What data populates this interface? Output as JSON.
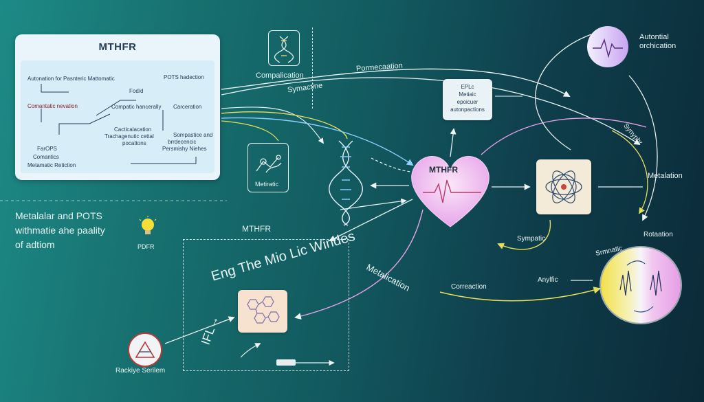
{
  "panel": {
    "title": "MTHFR",
    "items": [
      "Autonation for Pasnteric Mattomatic",
      "POTS hadection",
      "Fod/d",
      "Comantatic nevation",
      "Compatic hancerally",
      "Carceration",
      "Cacticalacation",
      "Trachagenutic cettal",
      "pocattons",
      "Sompastice and",
      "brrdecencic",
      "Persmishy Niehes",
      "FarOPS",
      "Comantics",
      "Metamatic Retiction"
    ]
  },
  "top_icons": {
    "dna_label": "Compalication",
    "arrow_label_1": "Symactine",
    "arrow_label_2": "Pormecaation",
    "sub_label": "Metiratic"
  },
  "center": {
    "heart_label": "MTHFR",
    "info_box": [
      "EPLc",
      "Metiaic",
      "epoicuer",
      "autonpactions"
    ],
    "metalation": "Metalation",
    "sympathic": "Sympatic",
    "synyphr": "Synyphr",
    "metalication": "Metalication",
    "correaction": "Correaction",
    "anylfic": "Anylfic"
  },
  "top_right": {
    "label_line1": "Autontial",
    "label_line2": "orchication"
  },
  "left_middle": {
    "line1": "Metalalar and POTS",
    "line2": "withmatie ahe paality",
    "line3": "of adtiom",
    "bulb_label": "PDFR"
  },
  "lower_box": {
    "title": "MTHFR",
    "curved_text": "Eng The Mio Lic Windes",
    "side_text": "IFL→",
    "bottom_label": "Rackiye Serilem"
  },
  "bottom_right_circle": {
    "left_label": "Srmnatic",
    "right_label": "Rotaation"
  },
  "colors": {
    "accent_pink": "#e8a3e8",
    "accent_yellow": "#e8e05a",
    "accent_blue": "#7fc4ff",
    "line_white": "#e8f0f2"
  }
}
